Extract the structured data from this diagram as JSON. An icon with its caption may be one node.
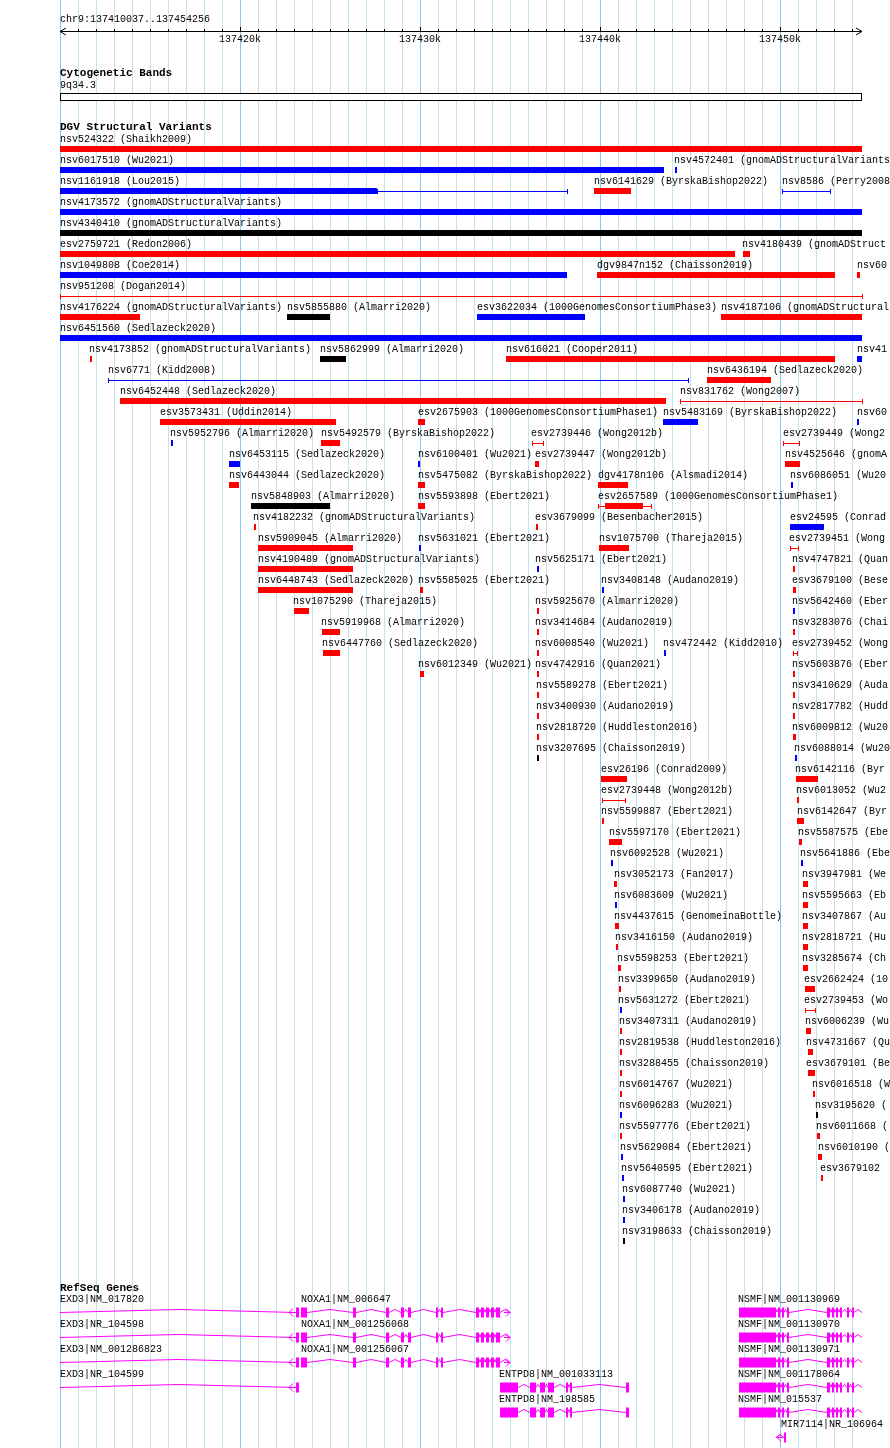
{
  "diagram": {
    "labels": [
      "chr9:137410037..137454256",
      "137420k",
      "137430k",
      "137440k",
      "137450k",
      "Cytogenetic Bands",
      "9q34.3",
      "DGV Structural Variants",
      "nsv524322 (Shaikh2009)",
      "nsv6017510 (Wu2021)",
      "nsv4572401 (gnomADStructuralVariants",
      "nsv1161918 (Lou2015)",
      "nsv6141629 (ByrskaBishop2022)",
      "nsv8586 (Perry2008",
      "nsv4173572 (gnomADStructuralVariants)",
      "nsv4340410 (gnomADStructuralVariants)",
      "esv2759721 (Redon2006)",
      "nsv4180439 (gnomADStruct",
      "nsv1049808 (Coe2014)",
      "dgv9847n152 (Chaisson2019)",
      "nsv60",
      "nsv951208 (Dogan2014)",
      "nsv4176224 (gnomADStructuralVariants)",
      "nsv5855880 (Almarri2020)",
      "esv3622034 (1000GenomesConsortiumPhase3)",
      "nsv4187106 (gnomADStructural",
      "nsv6451560 (Sedlazeck2020)",
      "nsv4173852 (gnomADStructuralVariants)",
      "nsv5862999 (Almarri2020)",
      "nsv616021 (Cooper2011)",
      "nsv41",
      "nsv6771 (Kidd2008)",
      "nsv6436194 (Sedlazeck2020)",
      "nsv6452448 (Sedlazeck2020)",
      "nsv831762 (Wong2007)",
      "esv3573431 (Uddin2014)",
      "esv2675903 (1000GenomesConsortiumPhase1)",
      "nsv5483169 (ByrskaBishop2022)",
      "nsv60",
      "nsv5952796 (Almarri2020)",
      "nsv5492579 (ByrskaBishop2022)",
      "esv2739446 (Wong2012b)",
      "esv2739449 (Wong2",
      "nsv6453115 (Sedlazeck2020)",
      "nsv6100401 (Wu2021)",
      "esv2739447 (Wong2012b)",
      "nsv4525646 (gnomA",
      "nsv6443044 (Sedlazeck2020)",
      "nsv5475082 (ByrskaBishop2022)",
      "dgv4178n106 (Alsmadi2014)",
      "nsv6086051 (Wu20",
      "nsv5848903 (Almarri2020)",
      "nsv5593898 (Ebert2021)",
      "esv2657589 (1000GenomesConsortiumPhase1)",
      "nsv4182232 (gnomADStructuralVariants)",
      "esv3679099 (Besenbacher2015)",
      "esv24595 (Conrad",
      "nsv5909045 (Almarri2020)",
      "nsv5631021 (Ebert2021)",
      "nsv1075700 (Thareja2015)",
      "esv2739451 (Wong",
      "nsv4190489 (gnomADStructuralVariants)",
      "nsv5625171 (Ebert2021)",
      "nsv4747821 (Quan",
      "nsv6448743 (Sedlazeck2020)",
      "nsv5585025 (Ebert2021)",
      "nsv3408148 (Audano2019)",
      "esv3679100 (Bese",
      "nsv1075290 (Thareja2015)",
      "nsv5925670 (Almarri2020)",
      "nsv5642460 (Eber",
      "nsv5919968 (Almarri2020)",
      "nsv3414684 (Audano2019)",
      "nsv3283076 (Chai",
      "nsv6447760 (Sedlazeck2020)",
      "nsv6008540 (Wu2021)",
      "nsv472442 (Kidd2010)",
      "esv2739452 (Wong",
      "nsv6012349 (Wu2021)",
      "nsv4742916 (Quan2021)",
      "nsv5603876 (Eber",
      "nsv5589278 (Ebert2021)",
      "nsv3410629 (Auda",
      "nsv3400930 (Audano2019)",
      "nsv2817782 (Hudd",
      "nsv2818720 (Huddleston2016)",
      "nsv6009812 (Wu20",
      "nsv3207695 (Chaisson2019)",
      "nsv6088014 (Wu20",
      "esv26196 (Conrad2009)",
      "nsv6142116 (Byr",
      "esv2739448 (Wong2012b)",
      "nsv6013052 (Wu2",
      "nsv5599887 (Ebert2021)",
      "nsv6142647 (Byr",
      "nsv5597170 (Ebert2021)",
      "nsv5587575 (Ebe",
      "nsv6092528 (Wu2021)",
      "nsv5641886 (Ebe",
      "nsv3052173 (Fan2017)",
      "nsv3947981 (We",
      "nsv6083609 (Wu2021)",
      "nsv5595663 (Eb",
      "nsv4437615 (GenomeinaBottle)",
      "nsv3407867 (Au",
      "nsv3416150 (Audano2019)",
      "nsv2818721 (Hu",
      "nsv5598253 (Ebert2021)",
      "nsv3285674 (Ch",
      "nsv3399650 (Audano2019)",
      "esv2662424 (10",
      "nsv5631272 (Ebert2021)",
      "esv2739453 (Wo",
      "nsv3407311 (Audano2019)",
      "nsv6006239 (Wu",
      "nsv2819538 (Huddleston2016)",
      "nsv4731667 (Qu",
      "nsv3288455 (Chaisson2019)",
      "esv3679101 (Be",
      "nsv6014767 (Wu2021)",
      "nsv6016518 (W",
      "nsv6096283 (Wu2021)",
      "nsv3195620 (",
      "nsv5597776 (Ebert2021)",
      "nsv6011668 (",
      "nsv5629084 (Ebert2021)",
      "nsv6010190 (",
      "nsv5640595 (Ebert2021)",
      "esv3679102",
      "nsv6087740 (Wu2021)",
      "nsv3406178 (Audano2019)",
      "nsv3198633 (Chaisson2019)",
      "RefSeq Genes",
      "EXD3|NM_017820",
      "NOXA1|NM_006647",
      "NSMF|NM_001130969",
      "EXD3|NR_104598",
      "NOXA1|NM_001256068",
      "NSMF|NM_001130970",
      "EXD3|NM_001286823",
      "NOXA1|NM_001256067",
      "NSMF|NM_001130971",
      "EXD3|NR_104599",
      "ENTPD8|NM_001033113",
      "NSMF|NM_001178064",
      "ENTPD8|NM_198585",
      "NSMF|NM_015537",
      "MIR7114|NR_106964"
    ]
  }
}
